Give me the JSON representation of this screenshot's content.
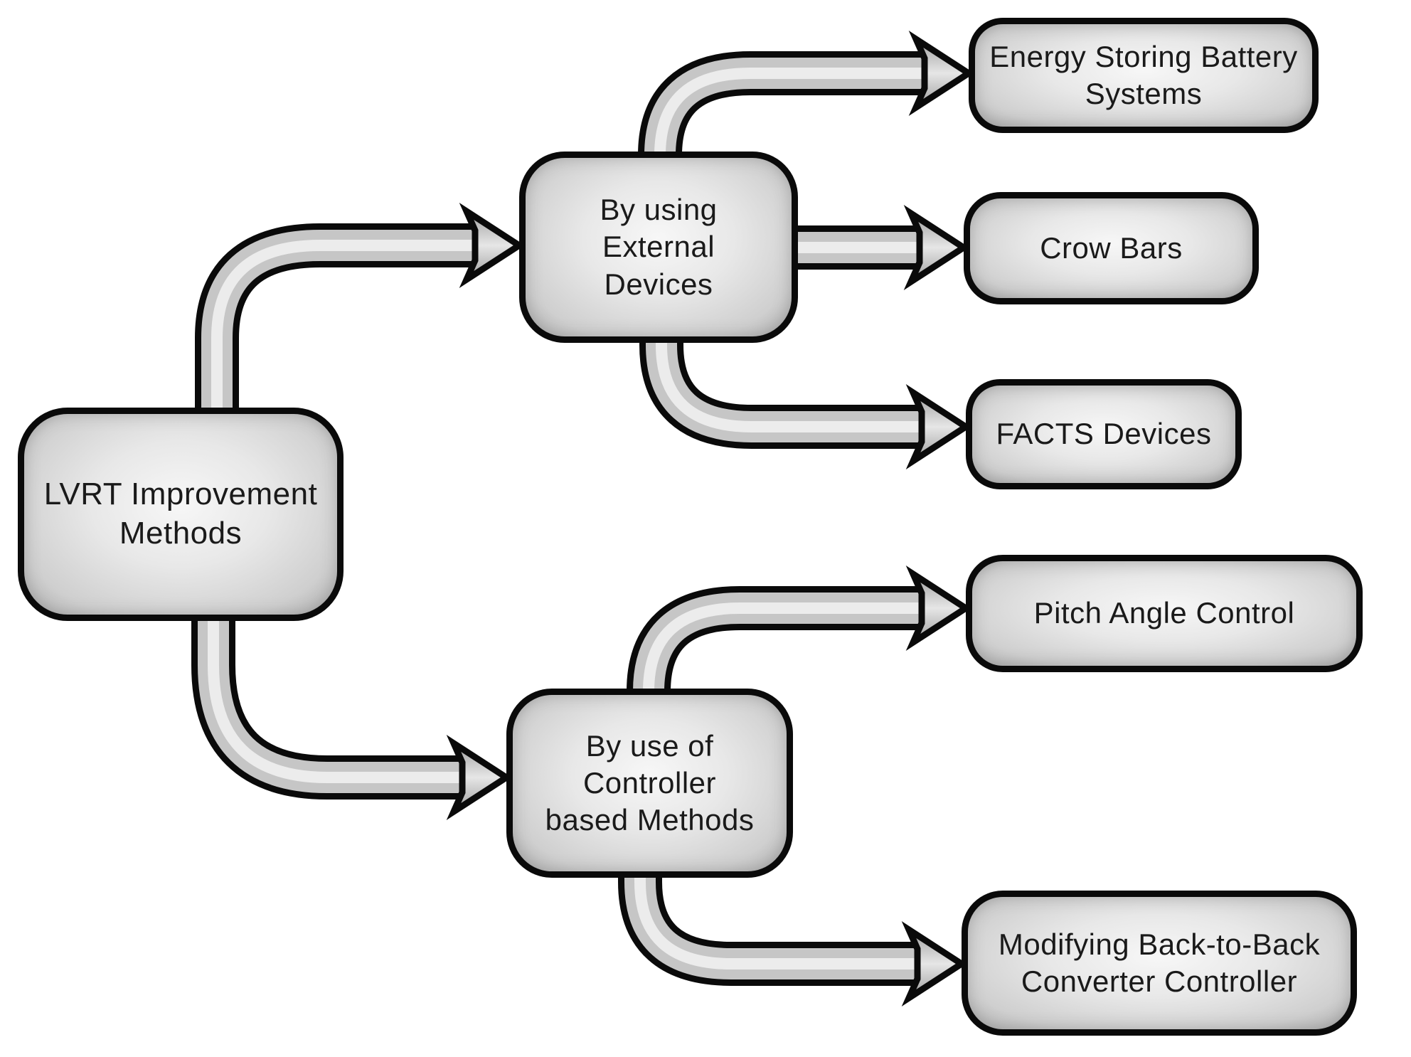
{
  "diagram": {
    "title": "LVRT Improvement Methods mind map",
    "root": {
      "label": "LVRT Improvement\nMethods"
    },
    "branches": [
      {
        "label": "By using\nExternal\nDevices",
        "children": [
          {
            "label": "Energy Storing Battery\nSystems"
          },
          {
            "label": "Crow Bars"
          },
          {
            "label": "FACTS Devices"
          }
        ]
      },
      {
        "label": "By use of\nController\nbased Methods",
        "children": [
          {
            "label": "Pitch Angle Control"
          },
          {
            "label": "Modifying Back-to-Back\nConverter Controller"
          }
        ]
      }
    ],
    "colors": {
      "background": "#ffffff",
      "node_border": "#0a0a0a",
      "node_fill_center": "#f7f7f7",
      "node_fill_edge": "#b0b0b0",
      "arrow_outline": "#0a0a0a",
      "arrow_fill": "#c6c6c6",
      "arrow_highlight": "#ececec",
      "text": "#1a1a1a"
    }
  }
}
